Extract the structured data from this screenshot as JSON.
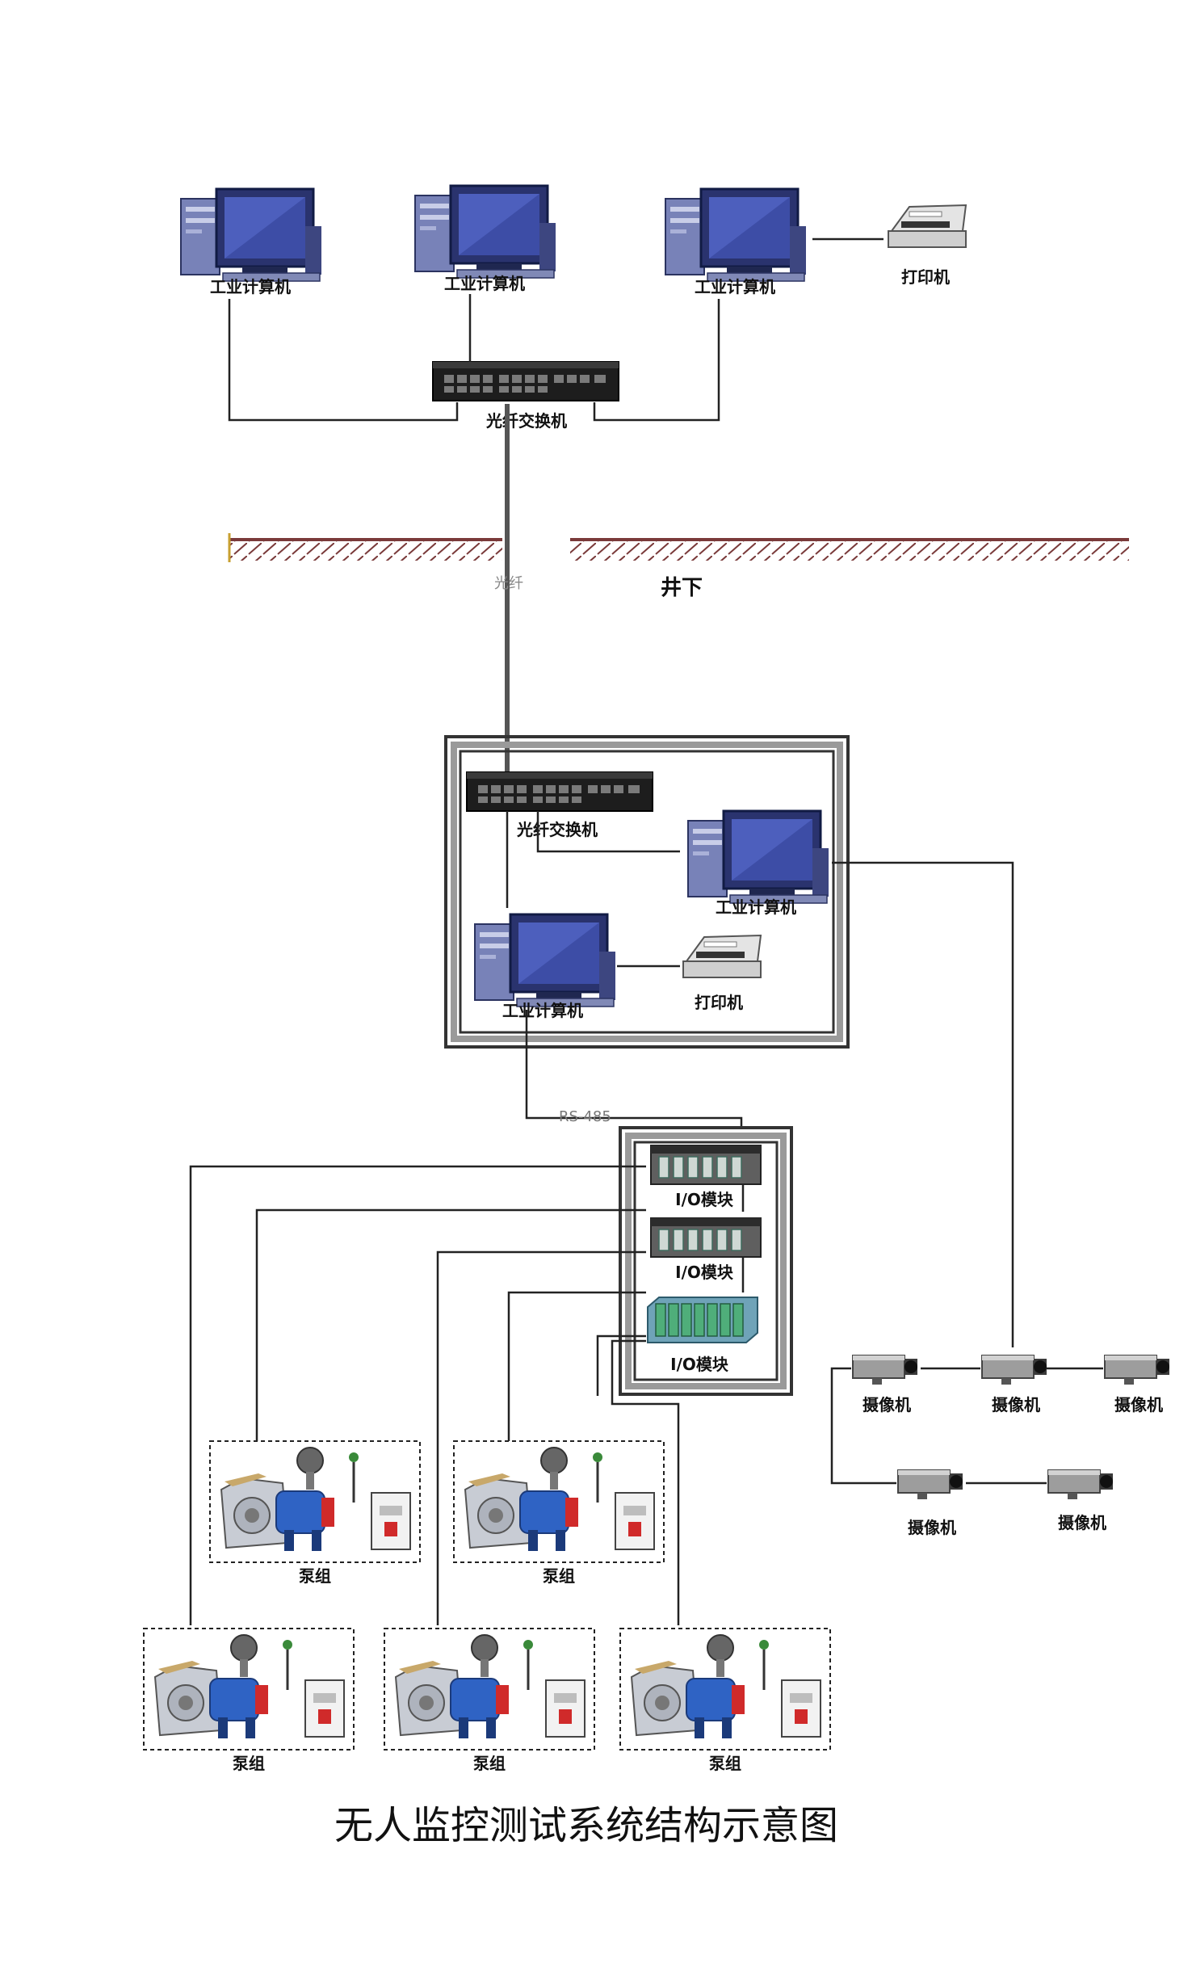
{
  "surface_label": "井下",
  "fiber_label": "光纤",
  "rs485_label": "RS-485",
  "caption": "无人监控测试系统结构示意图",
  "top": {
    "pc_labels": [
      "工业计算机",
      "工业计算机",
      "工业计算机"
    ],
    "printer_label": "打印机",
    "switch_label": "光纤交换机"
  },
  "control_room": {
    "switch_label": "光纤交换机",
    "pc_labels": [
      "工业计算机",
      "工业计算机"
    ],
    "printer_label": "打印机"
  },
  "io_modules": [
    "I/O模块",
    "I/O模块",
    "I/O模块"
  ],
  "cameras": [
    "摄像机",
    "摄像机",
    "摄像机",
    "摄像机",
    "摄像机"
  ],
  "pump_units": [
    "泵组",
    "泵组",
    "泵组",
    "泵组",
    "泵组"
  ],
  "colors": {
    "monitor": "#3a4fa8",
    "tower": "#6b74a8",
    "switch": "#1c1c1c",
    "io_module": "#4f8a6e",
    "camera": "#9a9a9a",
    "pump_motor": "#2f63c4",
    "pump_red": "#d02a2a"
  }
}
